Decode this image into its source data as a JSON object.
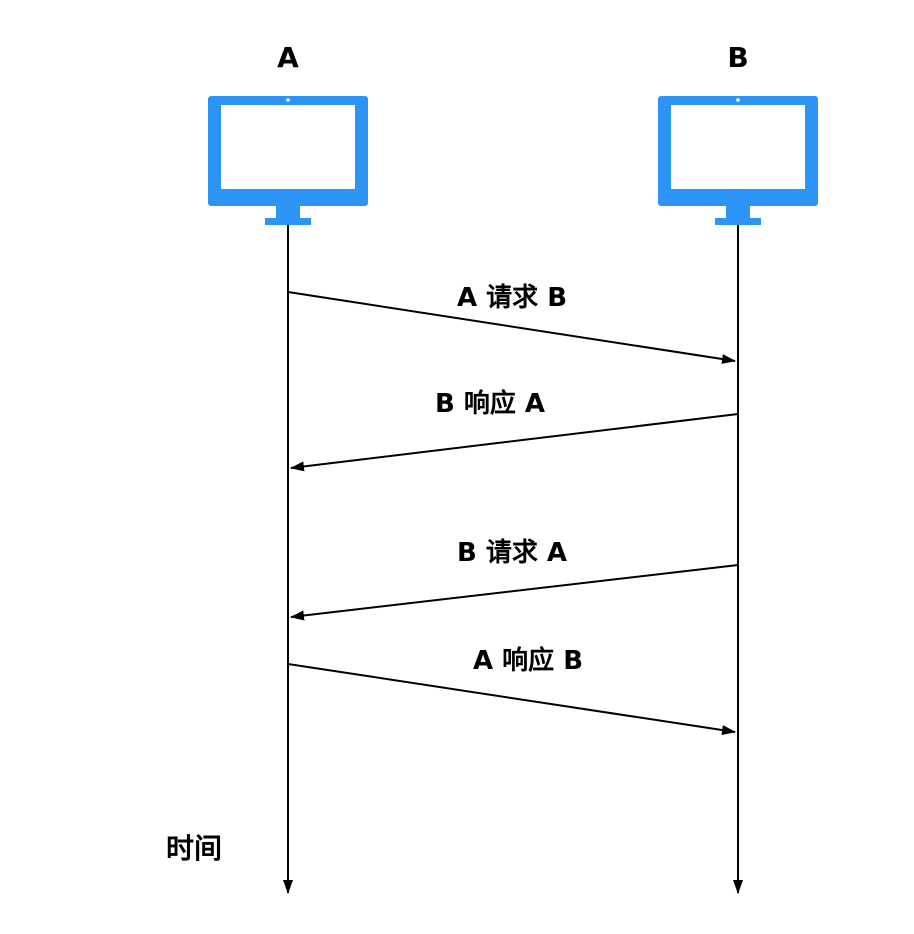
{
  "colors": {
    "monitor": "#2b94f5",
    "line": "#000000"
  },
  "participants": [
    {
      "id": "A",
      "label": "A",
      "icon": "monitor-icon"
    },
    {
      "id": "B",
      "label": "B",
      "icon": "monitor-icon"
    }
  ],
  "messages": [
    {
      "from": "A",
      "to": "B",
      "label": "A 请求 B"
    },
    {
      "from": "B",
      "to": "A",
      "label": "B 响应 A"
    },
    {
      "from": "B",
      "to": "A",
      "label": "B 请求 A"
    },
    {
      "from": "A",
      "to": "B",
      "label": "A 响应 B"
    }
  ],
  "time_axis_label": "时间"
}
